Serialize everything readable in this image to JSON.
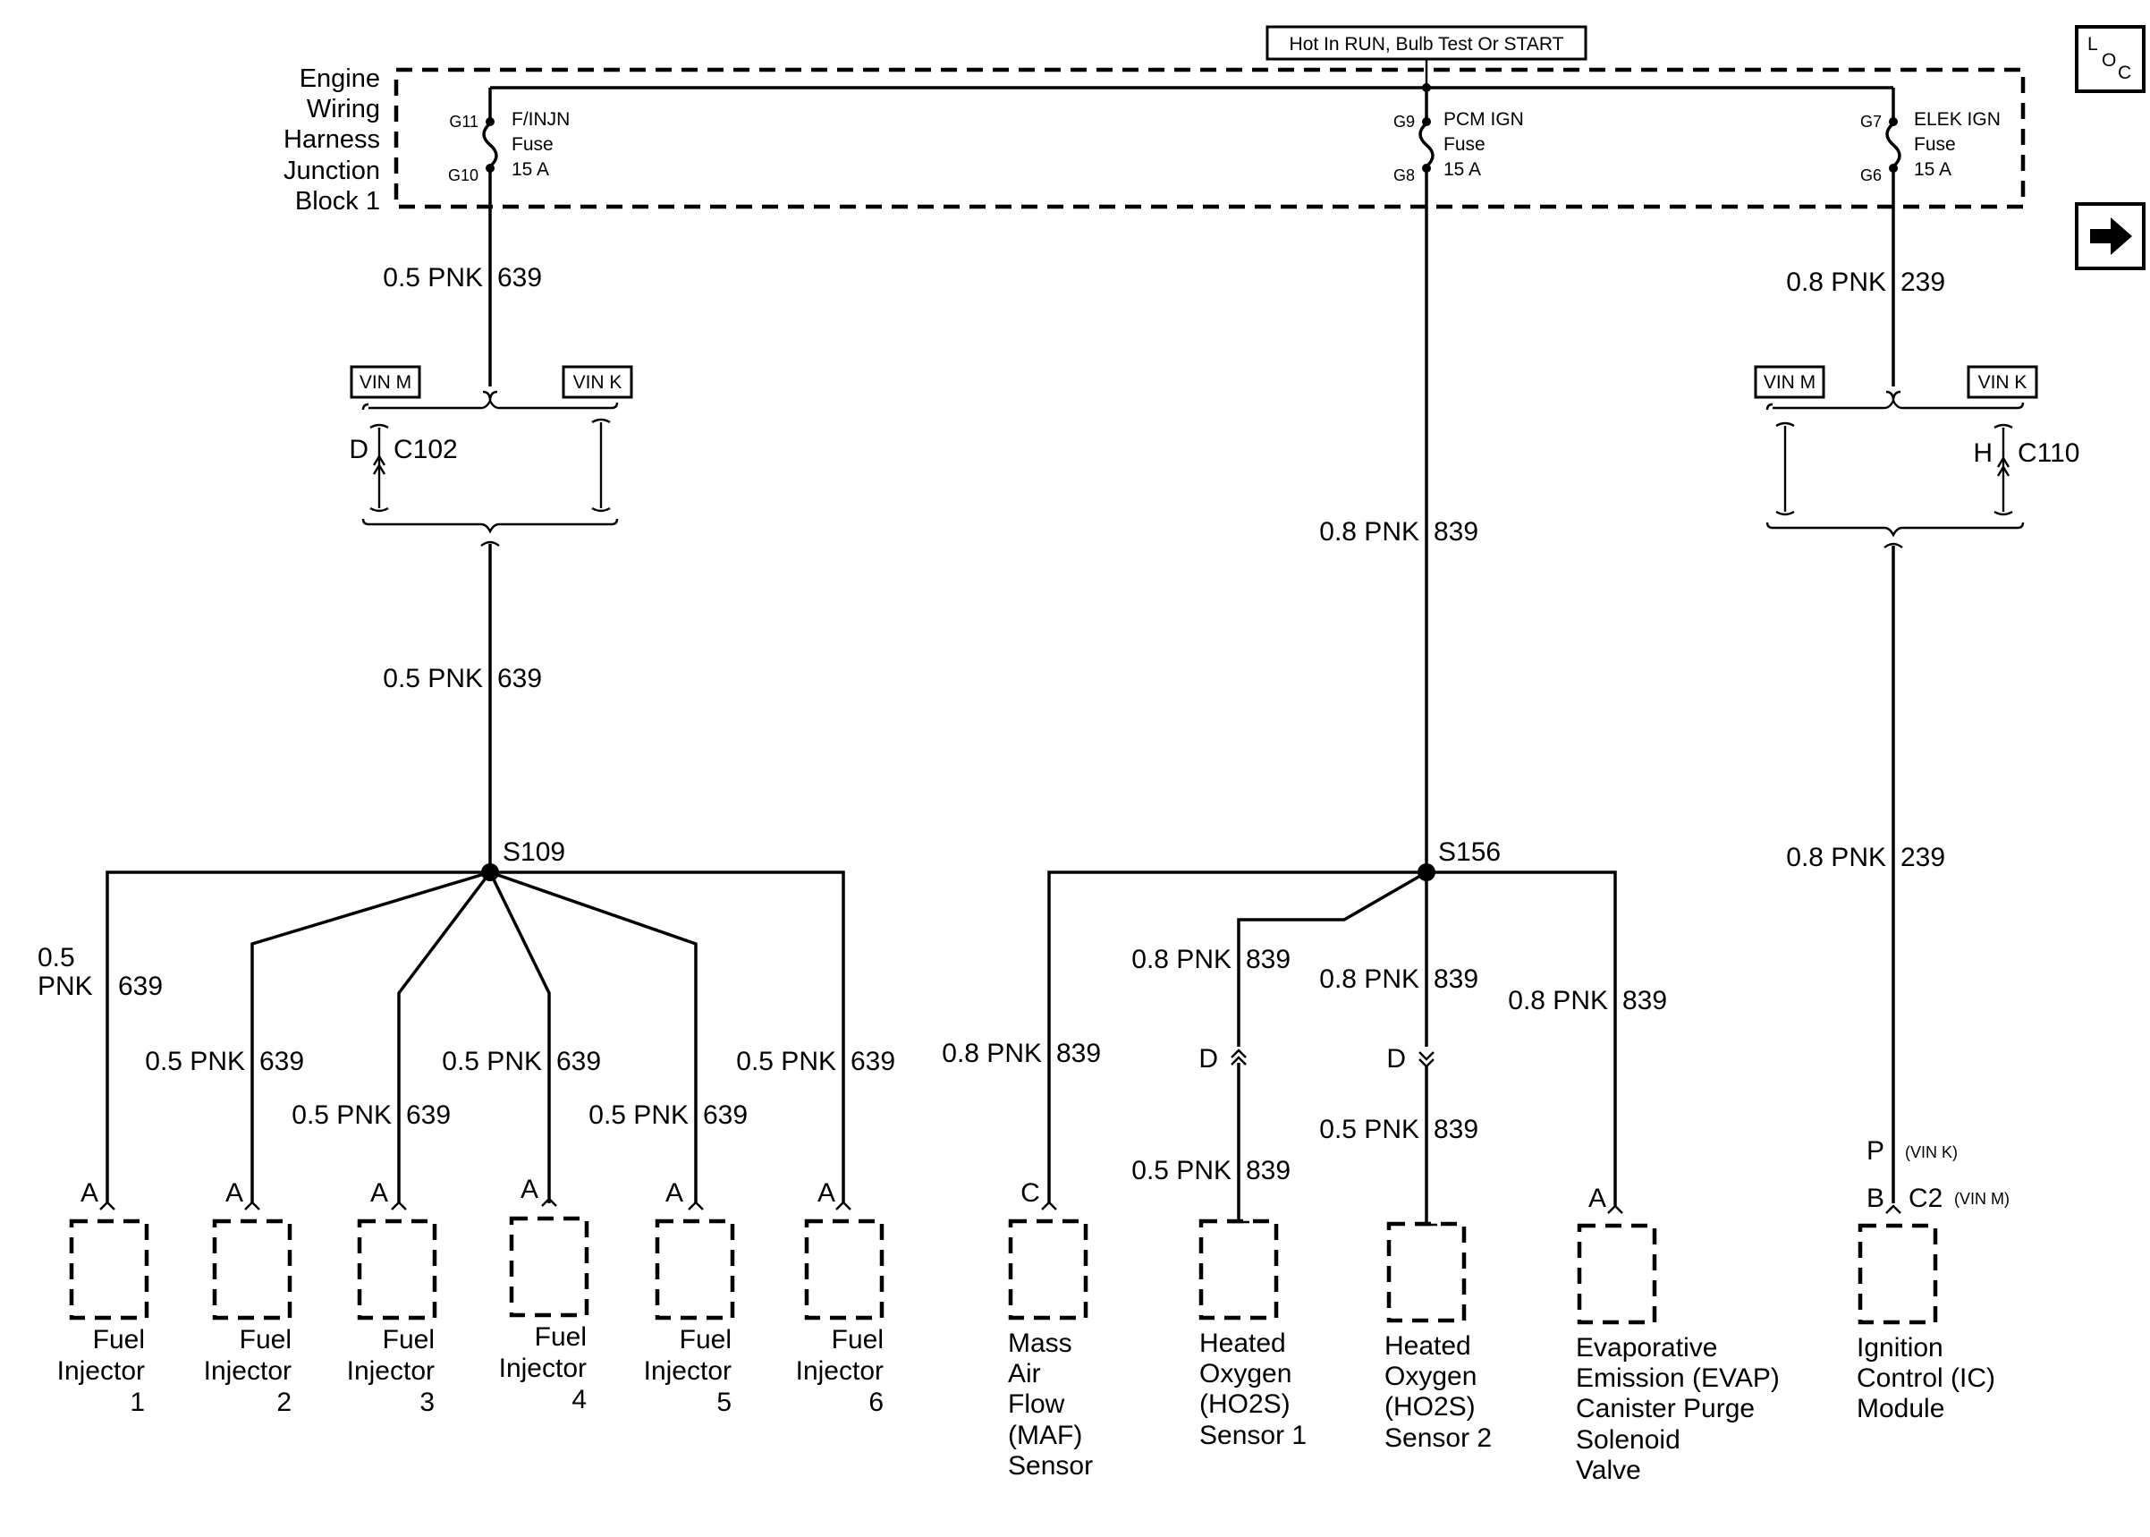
{
  "header": {
    "power_label": "Hot In RUN, Bulb Test Or START"
  },
  "side_buttons": {
    "loc_label_l": "L",
    "loc_label_o": "O",
    "loc_label_c": "C",
    "next_arrow": "arrow-right-icon"
  },
  "junction_block": {
    "line1": "Engine",
    "line2": "Wiring",
    "line3": "Harness",
    "line4": "Junction",
    "line5": "Block 1"
  },
  "fuses": [
    {
      "in_pin": "G11",
      "out_pin": "G10",
      "name": "F/INJN",
      "word": "Fuse",
      "rating": "15 A"
    },
    {
      "in_pin": "G9",
      "out_pin": "G8",
      "name": "PCM IGN",
      "word": "Fuse",
      "rating": "15 A"
    },
    {
      "in_pin": "G7",
      "out_pin": "G6",
      "name": "ELEK IGN",
      "word": "Fuse",
      "rating": "15 A"
    }
  ],
  "vin_tags": {
    "m": "VIN M",
    "k": "VIN K"
  },
  "connectors": {
    "c102": {
      "pin": "D",
      "name": "C102"
    },
    "c110": {
      "pin": "H",
      "name": "C110"
    }
  },
  "splices": {
    "s109": "S109",
    "s156": "S156"
  },
  "wires": {
    "w639": {
      "gauge": "0.5 PNK",
      "circuit": "639"
    },
    "w839_main": {
      "gauge": "0.8 PNK",
      "circuit": "839"
    },
    "w839_small": {
      "gauge": "0.5 PNK",
      "circuit": "839"
    },
    "w239": {
      "gauge": "0.8 PNK",
      "circuit": "239"
    },
    "inj1_gauge_a": "0.5",
    "inj1_gauge_b": "PNK"
  },
  "pins": {
    "a": "A",
    "b": "B",
    "c": "C",
    "d": "D",
    "p": "P",
    "c2": "C2",
    "vin_k_small": "(VIN K)",
    "vin_m_small": "(VIN M)"
  },
  "components": {
    "inj": {
      "line1": "Fuel",
      "line2": "Injector",
      "n1": "1",
      "n2": "2",
      "n3": "3",
      "n4": "4",
      "n5": "5",
      "n6": "6"
    },
    "maf": {
      "line1": "Mass",
      "line2": "Air",
      "line3": "Flow",
      "line4": "(MAF)",
      "line5": "Sensor"
    },
    "ho2s1": {
      "line1": "Heated",
      "line2": "Oxygen",
      "line3": "(HO2S)",
      "line4": "Sensor 1"
    },
    "ho2s2": {
      "line1": "Heated",
      "line2": "Oxygen",
      "line3": "(HO2S)",
      "line4": "Sensor 2"
    },
    "evap": {
      "line1": "Evaporative",
      "line2": "Emission (EVAP)",
      "line3": "Canister Purge",
      "line4": "Solenoid",
      "line5": "Valve"
    },
    "icm": {
      "line1": "Ignition",
      "line2": "Control (IC)",
      "line3": "Module"
    }
  }
}
